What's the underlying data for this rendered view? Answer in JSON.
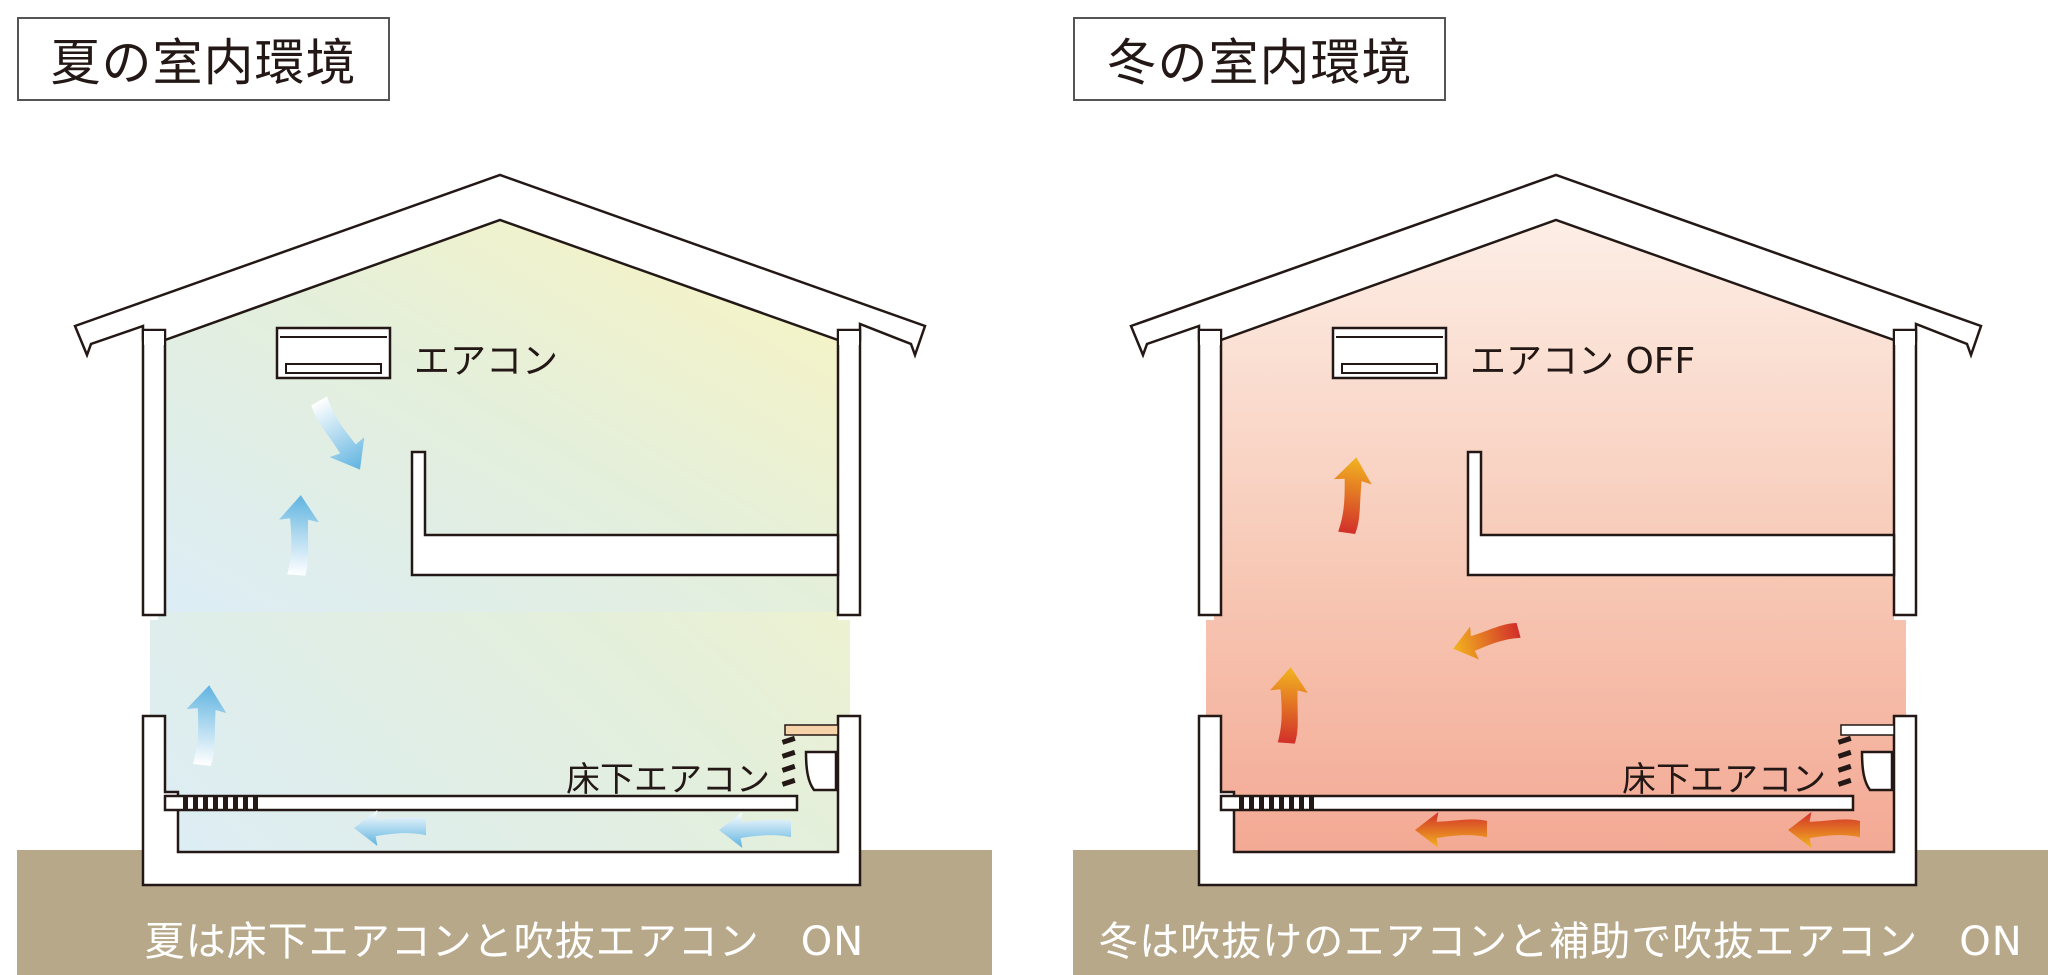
{
  "colors": {
    "ground": "#b8a88a",
    "outline": "#231815",
    "summer_gradient": [
      "#dcedf5",
      "#e6efd9",
      "#faf4c3"
    ],
    "winter_gradient": [
      "#fcebe2",
      "#f7c9b6",
      "#f3a894"
    ],
    "cool_arrow": "#7fc3e6",
    "warm_arrow_top": "#f0b323",
    "warm_arrow_bottom": "#d3322a"
  },
  "summer": {
    "title": "夏の室内環境",
    "ac_label": "エアコン",
    "floor_ac_label": "床下エアコン",
    "caption": "夏は床下エアコンと吹抜エアコン　ON"
  },
  "winter": {
    "title": "冬の室内環境",
    "ac_label": "エアコン OFF",
    "floor_ac_label": "床下エアコン",
    "caption": "冬は吹抜けのエアコンと補助で吹抜エアコン　ON"
  }
}
